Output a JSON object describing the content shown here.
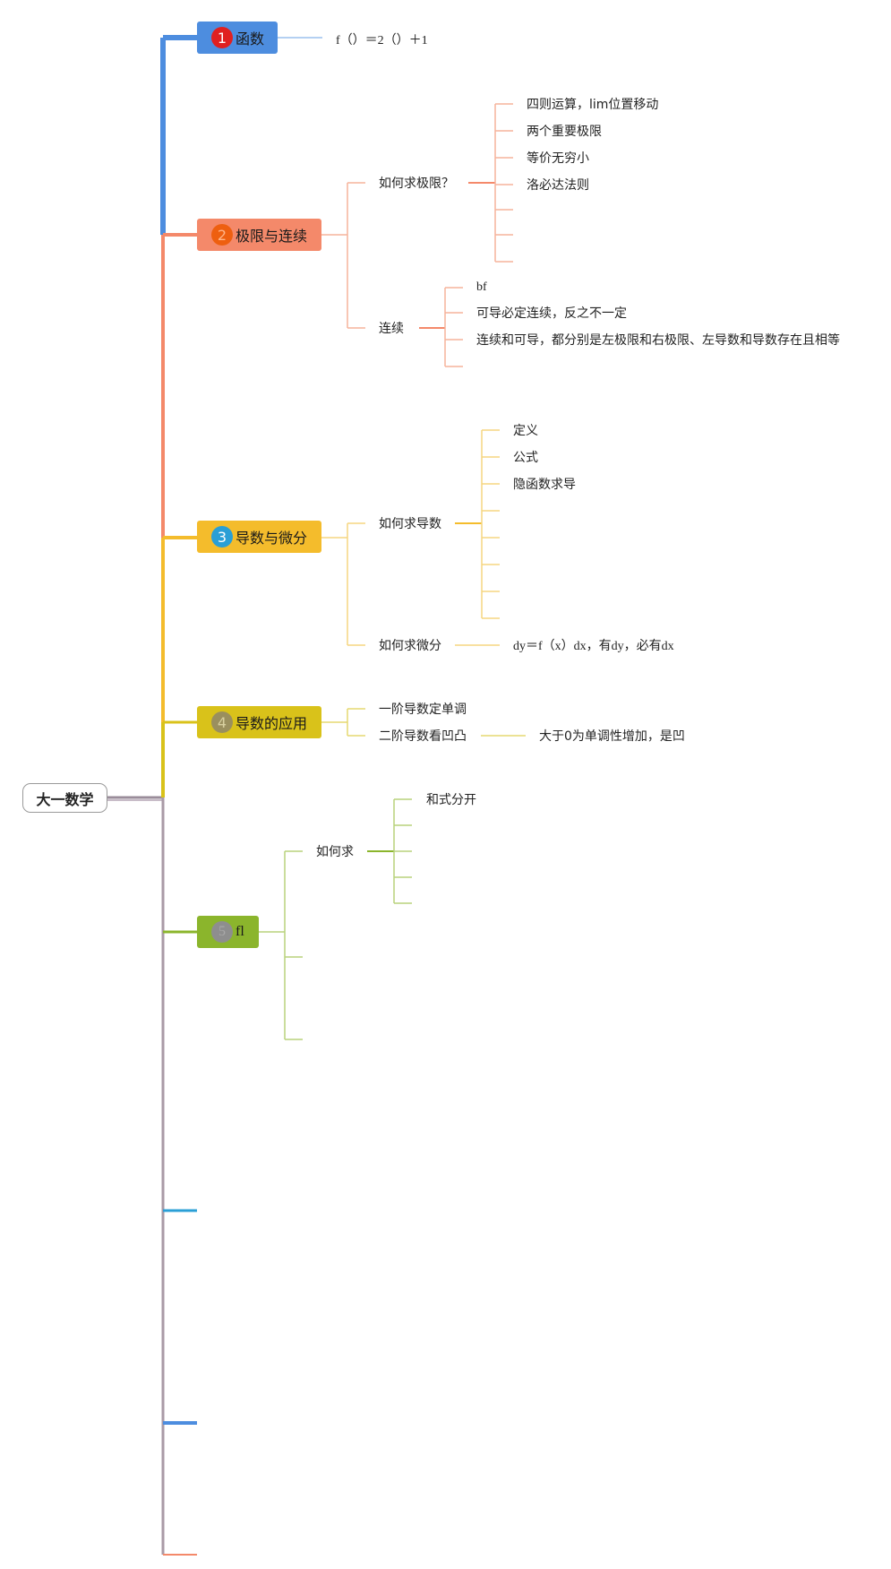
{
  "root": {
    "label": "大一数学"
  },
  "branches": [
    {
      "label": "函数",
      "badge": "1",
      "color": "#4d8ddf",
      "badge_color": "#e02020",
      "children": [
        {
          "label": "f（）＝2（）＋1"
        }
      ]
    },
    {
      "label": "极限与连续",
      "badge": "2",
      "color": "#f4896a",
      "badge_color": "#ee5f10",
      "children": [
        {
          "label": "如何求极限？",
          "children": [
            "四则运算，lim位置移动",
            "两个重要极限",
            "等价无穷小",
            "洛必达法则"
          ]
        },
        {
          "label": "连续",
          "children": [
            "bf",
            "可导必定连续，反之不一定",
            "连续和可导，都分别是左极限和右极限、左导数和导数存在且相等"
          ]
        }
      ]
    },
    {
      "label": "导数与微分",
      "badge": "3",
      "color": "#f4bc2c",
      "badge_color": "#2a9fd6",
      "children": [
        {
          "label": "如何求导数",
          "children": [
            "定义",
            "公式",
            "隐函数求导"
          ]
        },
        {
          "label": "如何求微分",
          "children": [
            "dy＝f（x）dx，有dy，必有dx"
          ]
        }
      ]
    },
    {
      "label": "导数的应用",
      "badge": "4",
      "color": "#d9c21a",
      "badge_color": "#9a8f5e",
      "children": [
        {
          "label": "一阶导数定单调"
        },
        {
          "label": "二阶导数看凹凸",
          "children": [
            "大于0为单调性增加，是凹"
          ]
        }
      ]
    },
    {
      "label": "fl",
      "badge": "5",
      "color": "#8bb52c",
      "badge_color": "#8e8e8e",
      "children": [
        {
          "label": "如何求",
          "children": [
            "和式分开"
          ]
        }
      ]
    }
  ]
}
